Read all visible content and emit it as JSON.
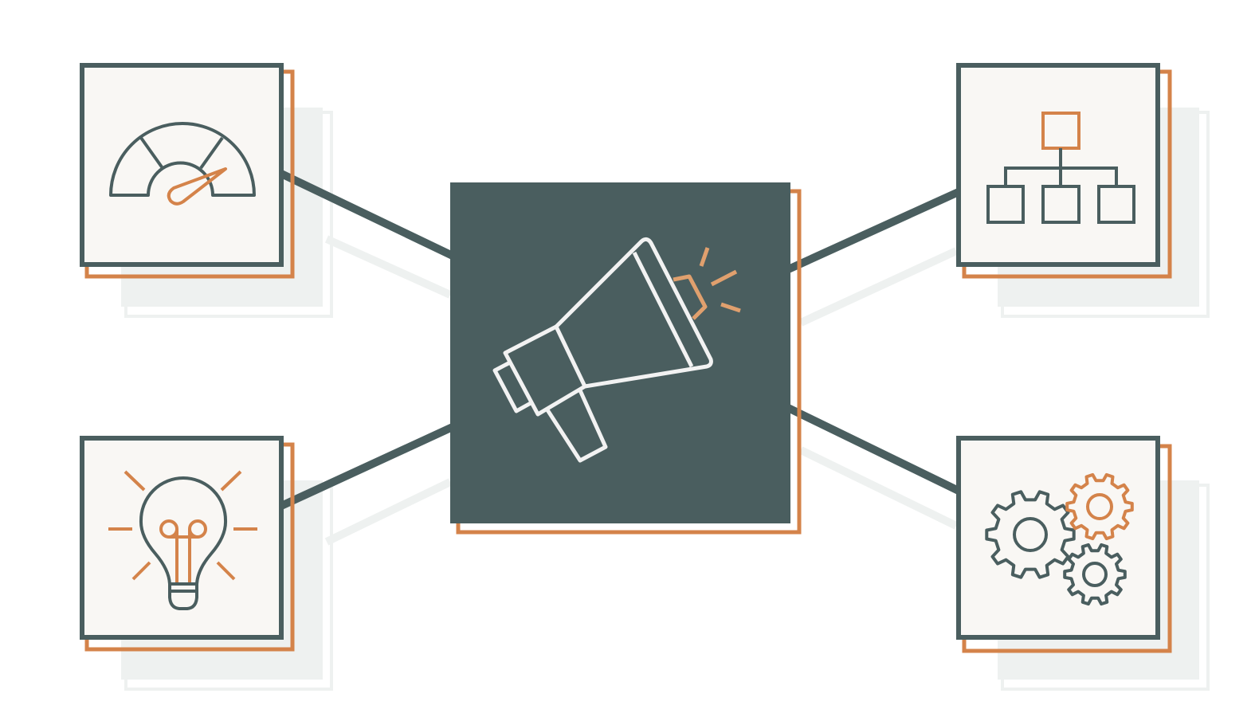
{
  "colors": {
    "background": "#ffffff",
    "primary": "#4a5e5f",
    "accent": "#d4834a",
    "accent_light": "#e0a06e",
    "tile_fill": "#f9f7f4",
    "shadow": "#eef1f0",
    "icon_light": "#f2f2f2"
  },
  "diagram": {
    "center_node": {
      "icon": "megaphone-icon"
    },
    "nodes": [
      {
        "icon": "speedometer-icon",
        "position": "top-left"
      },
      {
        "icon": "lightbulb-icon",
        "position": "bottom-left"
      },
      {
        "icon": "org-chart-icon",
        "position": "top-right"
      },
      {
        "icon": "gears-icon",
        "position": "bottom-right"
      }
    ]
  }
}
